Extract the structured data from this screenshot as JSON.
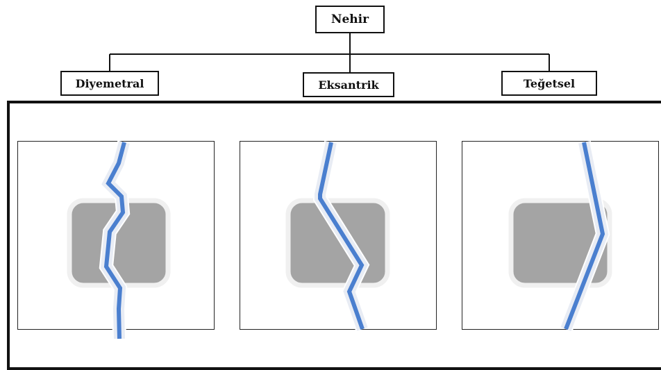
{
  "root": {
    "label": "Nehir"
  },
  "types": [
    {
      "label": "Diyemetral"
    },
    {
      "label": "Eksantrik"
    },
    {
      "label": "Teğetsel"
    }
  ],
  "colors": {
    "river_blue": "#4a7fcf",
    "river_casing": "#e8ecf4",
    "block_gray": "#a4a4a4",
    "block_casing": "#f0f0f0",
    "line": "#111111"
  },
  "icons": [
    "river-crossing-block-diagram"
  ]
}
